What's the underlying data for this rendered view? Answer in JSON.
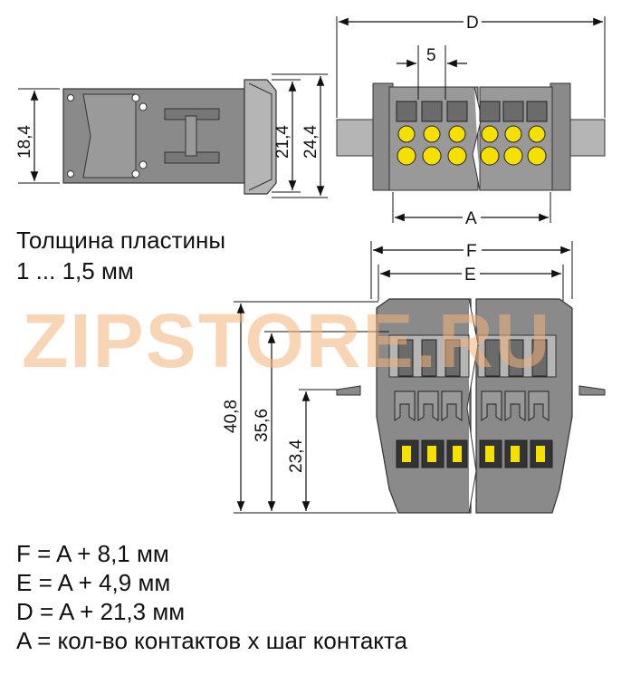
{
  "dimensions": {
    "d": "D",
    "pitch": "5",
    "height_side": "18,4",
    "h1": "21,4",
    "h2": "24,4",
    "a": "A",
    "f": "F",
    "e": "E",
    "h_front1": "40,8",
    "h_front2": "35,6",
    "h_front3": "23,4"
  },
  "plate_note": {
    "line1": "Толщина пластины",
    "line2": "1 ... 1,5 мм"
  },
  "watermark": "ZIPSTORE.RU",
  "formulas": [
    "F = A + 8,1 мм",
    "E = A + 4,9 мм",
    "D = A + 21,3 мм",
    "A = кол-во контактов x шаг контакта"
  ],
  "colors": {
    "body_gray": "#8a8a8a",
    "dark_gray": "#6b6b6b",
    "light_gray": "#b5b5b5",
    "contact_yellow": "#f5e000",
    "line": "#111111"
  }
}
